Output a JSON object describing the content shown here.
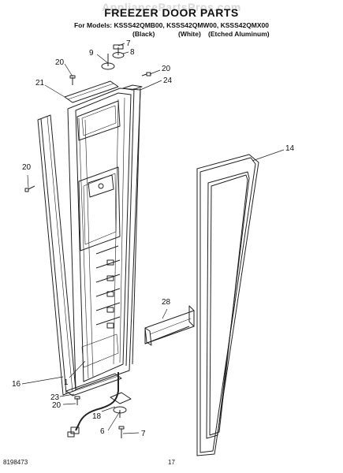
{
  "watermark": "AppliancePartsPros.com",
  "title": "FREEZER DOOR PARTS",
  "models_line": "For Models: KSSS42QMB00, KSSS42QMW00, KSSS42QMX00",
  "finishes": {
    "black": "(Black)",
    "white": "(White)",
    "etched": "(Etched Aluminum)"
  },
  "callouts": [
    "20",
    "21",
    "9",
    "7",
    "8",
    "20",
    "24",
    "20",
    "14",
    "28",
    "16",
    "1",
    "23",
    "20",
    "18",
    "6",
    "7"
  ],
  "footer": {
    "part_number": "8198473",
    "page": "17"
  }
}
